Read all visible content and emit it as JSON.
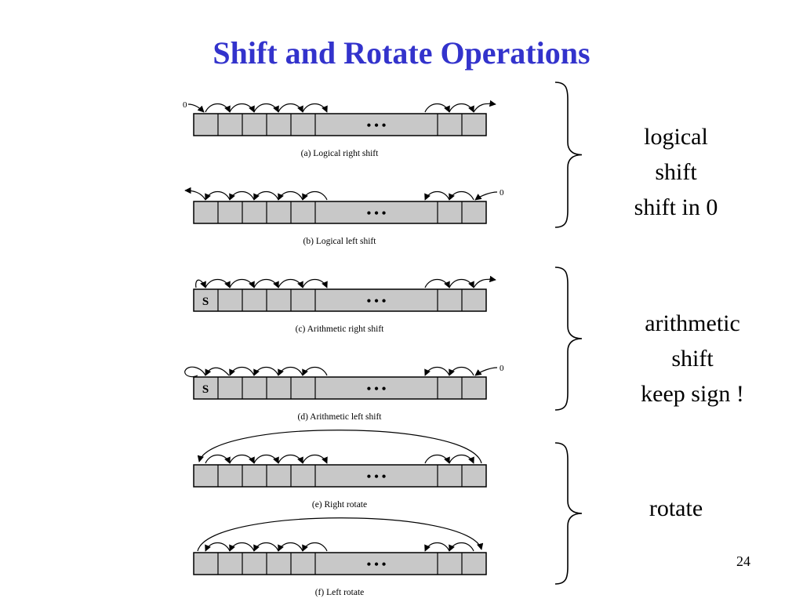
{
  "slide": {
    "title": "Shift and Rotate Operations",
    "title_color": "#3333cc",
    "page_number": "24"
  },
  "ellipsis": "• • •",
  "register_fill": "#c8c8c8",
  "diagrams": [
    {
      "id": "logical-right-shift",
      "caption": "(a) Logical right shift",
      "in_label": "0",
      "out_label": "",
      "sign_label": ""
    },
    {
      "id": "logical-left-shift",
      "caption": "(b) Logical left shift",
      "in_label": "",
      "out_label": "0",
      "sign_label": ""
    },
    {
      "id": "arithmetic-right-shift",
      "caption": "(c) Arithmetic right shift",
      "in_label": "",
      "out_label": "",
      "sign_label": "S"
    },
    {
      "id": "arithmetic-left-shift",
      "caption": "(d) Arithmetic left shift",
      "in_label": "",
      "out_label": "0",
      "sign_label": "S"
    },
    {
      "id": "right-rotate",
      "caption": "(e) Right rotate",
      "in_label": "",
      "out_label": "",
      "sign_label": ""
    },
    {
      "id": "left-rotate",
      "caption": "(f) Left rotate",
      "in_label": "",
      "out_label": "",
      "sign_label": ""
    }
  ],
  "groups": [
    {
      "id": "logical",
      "lines": [
        "logical",
        "shift",
        "shift in 0"
      ]
    },
    {
      "id": "arithmetic",
      "lines": [
        "arithmetic",
        "shift",
        "keep sign !"
      ]
    },
    {
      "id": "rotate",
      "lines": [
        "rotate"
      ]
    }
  ]
}
